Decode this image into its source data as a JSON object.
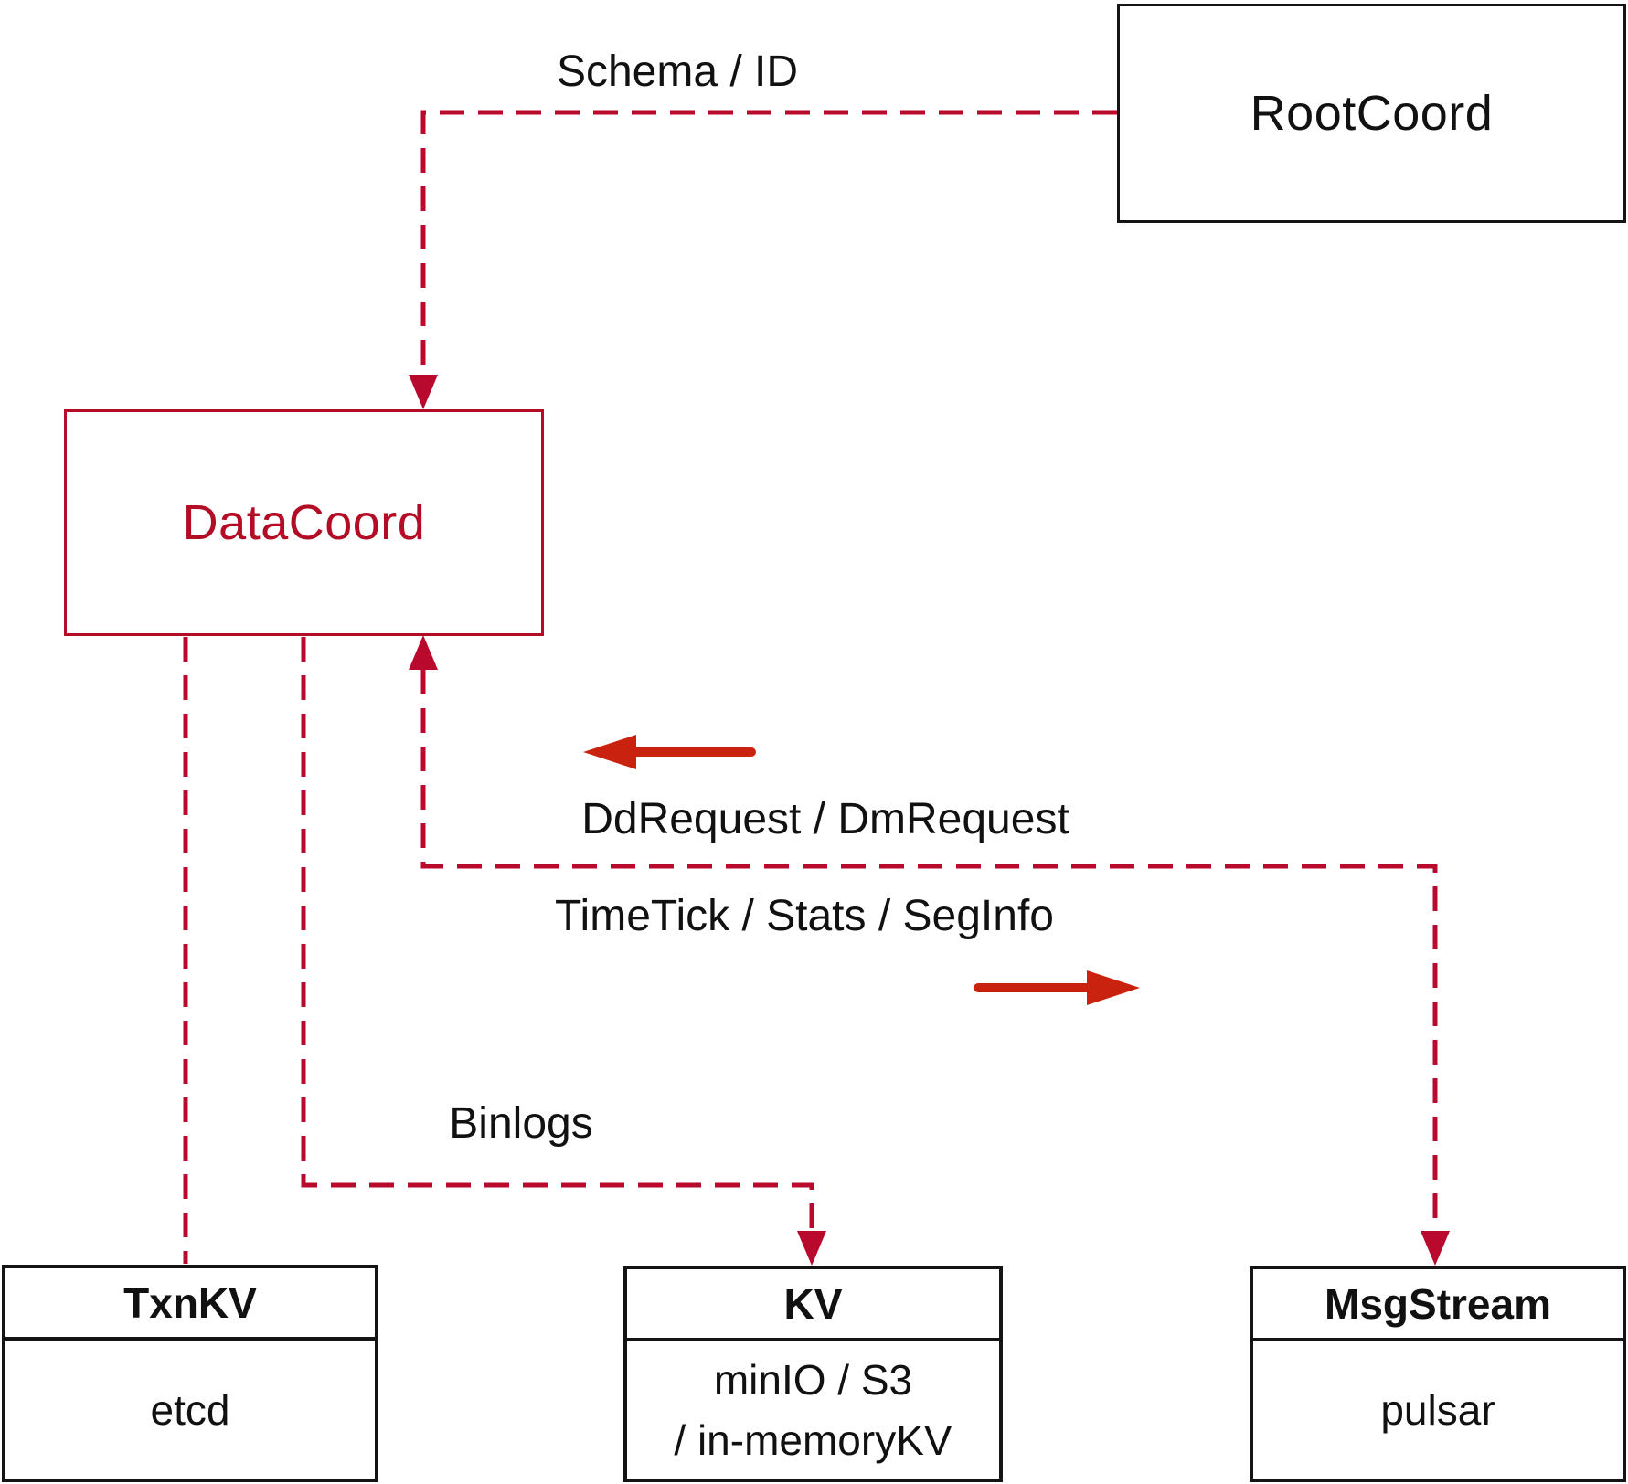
{
  "diagram": {
    "title": "DataCoord architecture diagram",
    "nodes": {
      "rootcoord": {
        "label": "RootCoord"
      },
      "datacoord": {
        "label": "DataCoord"
      },
      "txnkv": {
        "header": "TxnKV",
        "body": "etcd"
      },
      "kv": {
        "header": "KV",
        "body_line1": "minIO / S3",
        "body_line2": "/ in-memoryKV"
      },
      "msgstream": {
        "header": "MsgStream",
        "body": "pulsar"
      }
    },
    "edge_labels": {
      "schema_id": "Schema / ID",
      "dd_dm_request": "DdRequest / DmRequest",
      "timetick_stats_seginfo": "TimeTick / Stats / SegInfo",
      "binlogs": "Binlogs"
    },
    "edges": [
      {
        "name": "rootcoord-to-datacoord",
        "style": "dashed",
        "label": "Schema / ID"
      },
      {
        "name": "datacoord-to-txnkv",
        "style": "dashed",
        "label": ""
      },
      {
        "name": "datacoord-to-kv",
        "style": "dashed",
        "label": "Binlogs"
      },
      {
        "name": "datacoord-msgstream-bus",
        "style": "dashed",
        "label": "DdRequest / DmRequest | TimeTick / Stats / SegInfo"
      }
    ],
    "colors": {
      "dashed_line_red": "#b90a2d",
      "datacoord_red": "#b30d26",
      "solid_arrow_red": "#c92310",
      "box_border_black": "#141414",
      "label_text_black": "#111111",
      "background": "#ffffff"
    }
  }
}
